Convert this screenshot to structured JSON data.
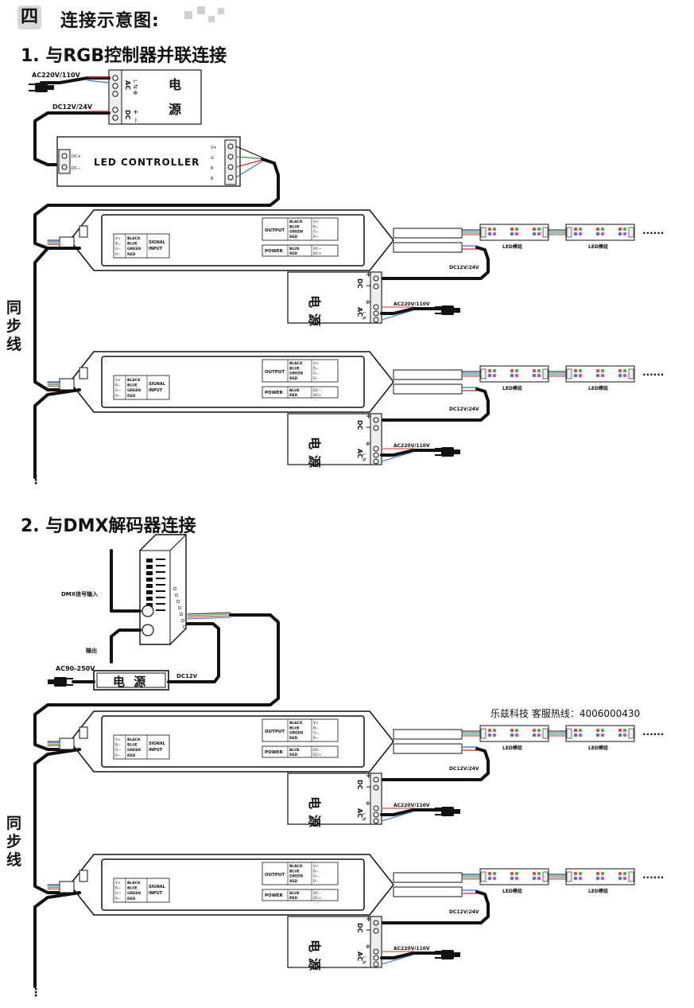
{
  "header": {
    "number": "四",
    "title": "连接示意图:"
  },
  "section1": {
    "title": "1. 与RGB控制器并联连接",
    "supply": {
      "ac_label": "AC220V/110V",
      "dc_label": "DC12V/24V",
      "name_a": "电",
      "name_b": "源",
      "ac_pins": "AC\nL N ⊕",
      "dc_pins": "DC\n+ −"
    },
    "controller": {
      "label": "LED CONTROLLER",
      "in_plus": "DC+",
      "in_minus": "DC−",
      "pins": [
        "V+",
        "G",
        "R",
        "B"
      ]
    },
    "sync_label": "同步线"
  },
  "section2": {
    "title": "2. 与DMX解码器连接",
    "dmx_in": "DMX信号输入",
    "dmx_out": "输出",
    "ac_label": "AC90-250V",
    "dc_label": "DC12V",
    "psu_name": "电 源",
    "hotline": "乐兹科技 客服热线：4006000430",
    "sync_label": "同步线"
  },
  "amplifier": {
    "output": "OUTPUT",
    "power": "POWER",
    "signal": "SIGNAL",
    "input": "INPUT",
    "in_pins": [
      "V+",
      "B−",
      "G−",
      "R−"
    ],
    "in_colors": [
      "BLACK",
      "BLUE",
      "GREEN",
      "RED"
    ],
    "out_pins": [
      "V+",
      "B−",
      "G−",
      "R−"
    ],
    "out_colors": [
      "BLACK",
      "BLUE",
      "GREEN",
      "RED"
    ],
    "power_colors": [
      "BLUE",
      "RED"
    ],
    "power_pins": [
      "DC−",
      "DC+"
    ],
    "dc_label": "DC12V/24V",
    "ac_label": "AC220V/110V",
    "psu_name_a": "电",
    "psu_name_b": "源",
    "psu_dc": "DC",
    "psu_ac": "AC",
    "psu_ln": "L N"
  },
  "led": {
    "module_label": "LED模组",
    "continues": "······"
  },
  "colors": {
    "wire_black": "#111111",
    "wire_red": "#d22b2b",
    "wire_green": "#2a9d3a",
    "wire_blue": "#2f6fd6",
    "rgb_dots": [
      "#e24a4a",
      "#4ab04a",
      "#4a6fe2",
      "#d24ad2"
    ]
  },
  "icons": [
    "plug-icon",
    "terminal-screw-icon",
    "led-chip-icon"
  ]
}
